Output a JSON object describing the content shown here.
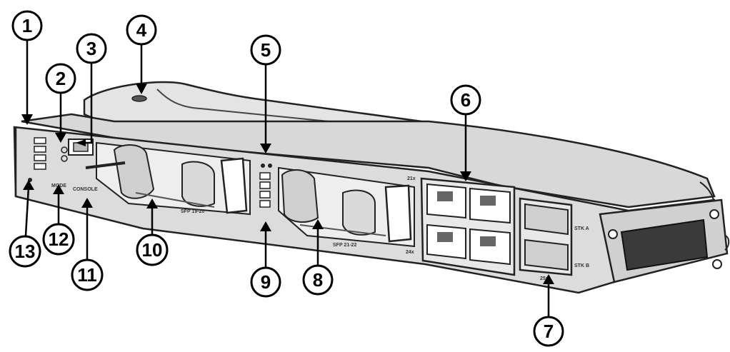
{
  "figure": {
    "callouts": [
      {
        "id": "1",
        "label": "1"
      },
      {
        "id": "2",
        "label": "2"
      },
      {
        "id": "3",
        "label": "3"
      },
      {
        "id": "4",
        "label": "4"
      },
      {
        "id": "5",
        "label": "5"
      },
      {
        "id": "6",
        "label": "6"
      },
      {
        "id": "7",
        "label": "7"
      },
      {
        "id": "8",
        "label": "8"
      },
      {
        "id": "9",
        "label": "9"
      },
      {
        "id": "10",
        "label": "10"
      },
      {
        "id": "11",
        "label": "11"
      },
      {
        "id": "12",
        "label": "12"
      },
      {
        "id": "13",
        "label": "13"
      }
    ],
    "panel_text": {
      "mode": "MODE",
      "console": "CONSOLE",
      "sfp_left": "SFP 19-20",
      "sfp_mid": "SFP 21-22",
      "port_21x": "21x",
      "port_24x": "24x",
      "port_25x": "25x",
      "stack_a": "STK A",
      "stack_b": "STK B"
    }
  }
}
